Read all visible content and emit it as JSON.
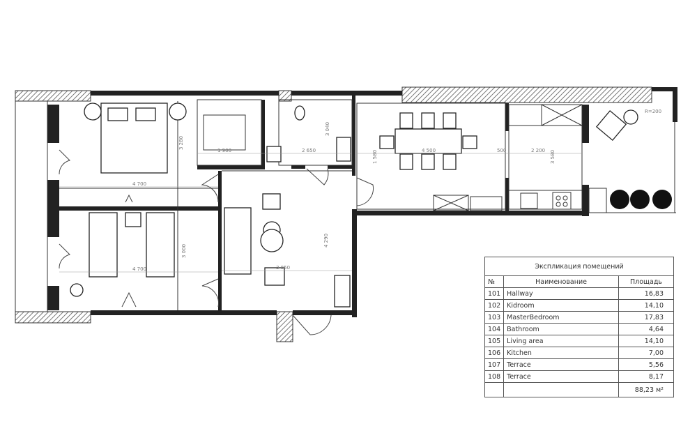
{
  "plan": {
    "dimensions": {
      "master_width": "4 700",
      "master_height": "3 280",
      "kid_width": "4 700",
      "kid_height": "3 000",
      "wardrobe_width": "1 900",
      "bath_width": "2 650",
      "bath_height": "3 040",
      "hall_width": "3 850",
      "hall_height": "4 290",
      "living_width": "4 500",
      "living_height": "1 580",
      "wall": "500",
      "kitchen_width": "2 200",
      "kitchen_height": "3 580",
      "radius": "R=200"
    }
  },
  "explication": {
    "title": "Экспликация помещений",
    "headers": [
      "№",
      "Наименование",
      "Площадь"
    ],
    "rows": [
      {
        "num": "101",
        "name": "Hallway",
        "area": "16,83"
      },
      {
        "num": "102",
        "name": "Kidroom",
        "area": "14,10"
      },
      {
        "num": "103",
        "name": "MasterBedroom",
        "area": "17,83"
      },
      {
        "num": "104",
        "name": "Bathroom",
        "area": "4,64"
      },
      {
        "num": "105",
        "name": "Living area",
        "area": "14,10"
      },
      {
        "num": "106",
        "name": "Kitchen",
        "area": "7,00"
      },
      {
        "num": "107",
        "name": "Terrace",
        "area": "5,56"
      },
      {
        "num": "108",
        "name": "Terrace",
        "area": "8,17"
      }
    ],
    "total": "88,23 м²"
  }
}
